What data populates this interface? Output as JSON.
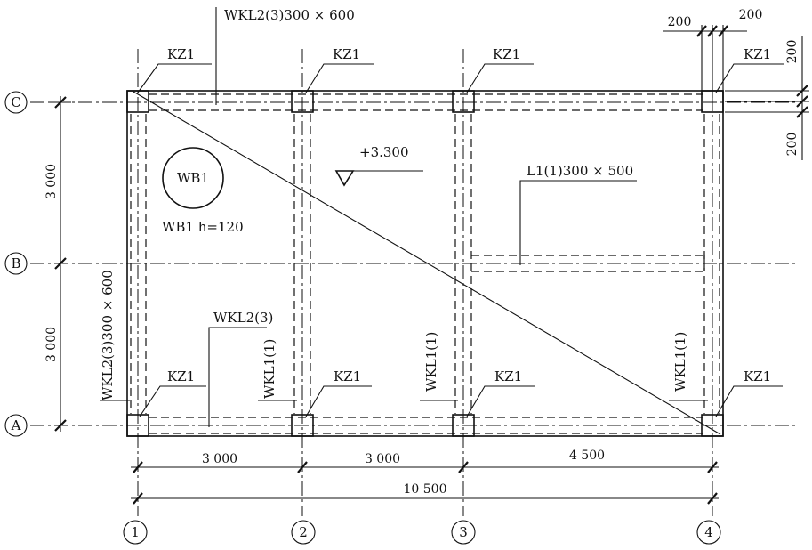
{
  "axes": {
    "rows": [
      "C",
      "B",
      "A"
    ],
    "cols": [
      "1",
      "2",
      "3",
      "4"
    ]
  },
  "labels": {
    "kz1": "KZ1",
    "wkl2_top": "WKL2(3)300 × 600",
    "wkl2_left": "WKL2(3)300 × 600",
    "wkl2_bottom": "WKL2(3)",
    "wkl1": "WKL1(1)",
    "l1": "L1(1)300 × 500",
    "elevation": "+3.300",
    "wb1_circle": "WB1",
    "wb1_note": "WB1  h=120"
  },
  "dimensions": {
    "span_1_2": "3 000",
    "span_2_3": "3 000",
    "span_3_4": "4 500",
    "total": "10 500",
    "bay_c_b": "3 000",
    "bay_b_a": "3 000",
    "col_top_1": "200",
    "col_top_2": "200",
    "col_right_1": "200",
    "col_right_2": "200"
  }
}
